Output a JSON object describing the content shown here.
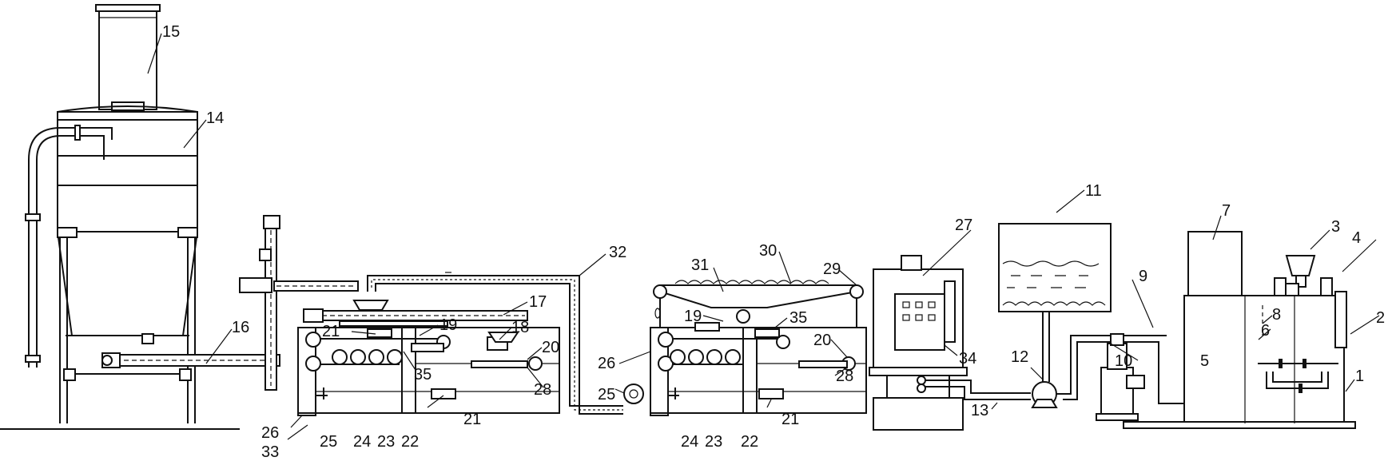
{
  "labels": {
    "l1": "1",
    "l2": "2",
    "l3": "3",
    "l4": "4",
    "l5": "5",
    "l6": "6",
    "l7": "7",
    "l8": "8",
    "l9": "9",
    "l10": "10",
    "l11": "11",
    "l12": "12",
    "l13": "13",
    "l14": "14",
    "l15": "15",
    "l16": "16",
    "l17": "17",
    "l18": "18",
    "l19a": "19",
    "l19b": "19",
    "l20a": "20",
    "l20b": "20",
    "l21a": "21",
    "l21b": "21",
    "l21c": "21",
    "l22a": "22",
    "l22b": "22",
    "l23a": "23",
    "l23b": "23",
    "l24a": "24",
    "l24b": "24",
    "l25a": "25",
    "l25b": "25",
    "l26a": "26",
    "l26b": "26",
    "l27": "27",
    "l28a": "28",
    "l28b": "28",
    "l29": "29",
    "l30": "30",
    "l31": "31",
    "l32": "32",
    "l33": "33",
    "l34": "34",
    "l35a": "35",
    "l35b": "35"
  }
}
